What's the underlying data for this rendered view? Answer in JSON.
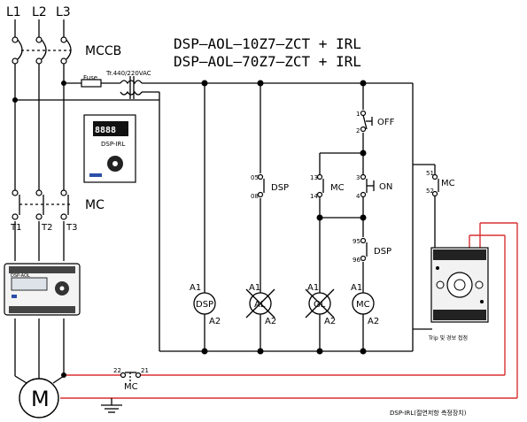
{
  "title": {
    "line1": "DSP–AOL–10Z7–ZCT  +  IRL",
    "line2": "DSP–AOL–70Z7–ZCT  +  IRL"
  },
  "phases": [
    "L1",
    "L2",
    "L3"
  ],
  "mccb_label": "MCCB",
  "mc_label": "MC",
  "outputs": [
    "T1",
    "T2",
    "T3"
  ],
  "fuse_label": "Fuse",
  "transformer_label": "Tr.440/220VAC",
  "device_display": "8888",
  "device_small_label": "DSP-IRL",
  "contacts": {
    "off": {
      "label": "OFF",
      "t1": "1",
      "t2": "2"
    },
    "on": {
      "label": "ON",
      "t1": "3",
      "t2": "4"
    },
    "dsp_trip": {
      "label": "DSP",
      "t1": "95",
      "t2": "96"
    },
    "dsp_alarm": {
      "label": "DSP",
      "t1": "05",
      "t2": "08"
    },
    "mc_hold": {
      "label": "MC",
      "t1": "13",
      "t2": "14"
    },
    "mc_aux": {
      "label": "MC",
      "t1": "51",
      "t2": "52"
    },
    "mc_bottom": {
      "label": "MC",
      "t1": "22",
      "t2": "21"
    }
  },
  "loads": [
    {
      "label": "DSP",
      "a1": "A1",
      "a2": "A2"
    },
    {
      "label": "AL",
      "a1": "A1",
      "a2": "A2"
    },
    {
      "label": "GL",
      "a1": "A1",
      "a2": "A2"
    },
    {
      "label": "MC",
      "a1": "A1",
      "a2": "A2"
    }
  ],
  "motor_label": "M",
  "irl_caption": "Trip 및 경보 접점",
  "irl_device_caption": "DSP-IRL(절연저항 측정장치)",
  "relay_display_label": "DSP-AOL",
  "colors": {
    "wire": "#000000",
    "measurement_wire": "#d83030",
    "ground": "#000000"
  }
}
